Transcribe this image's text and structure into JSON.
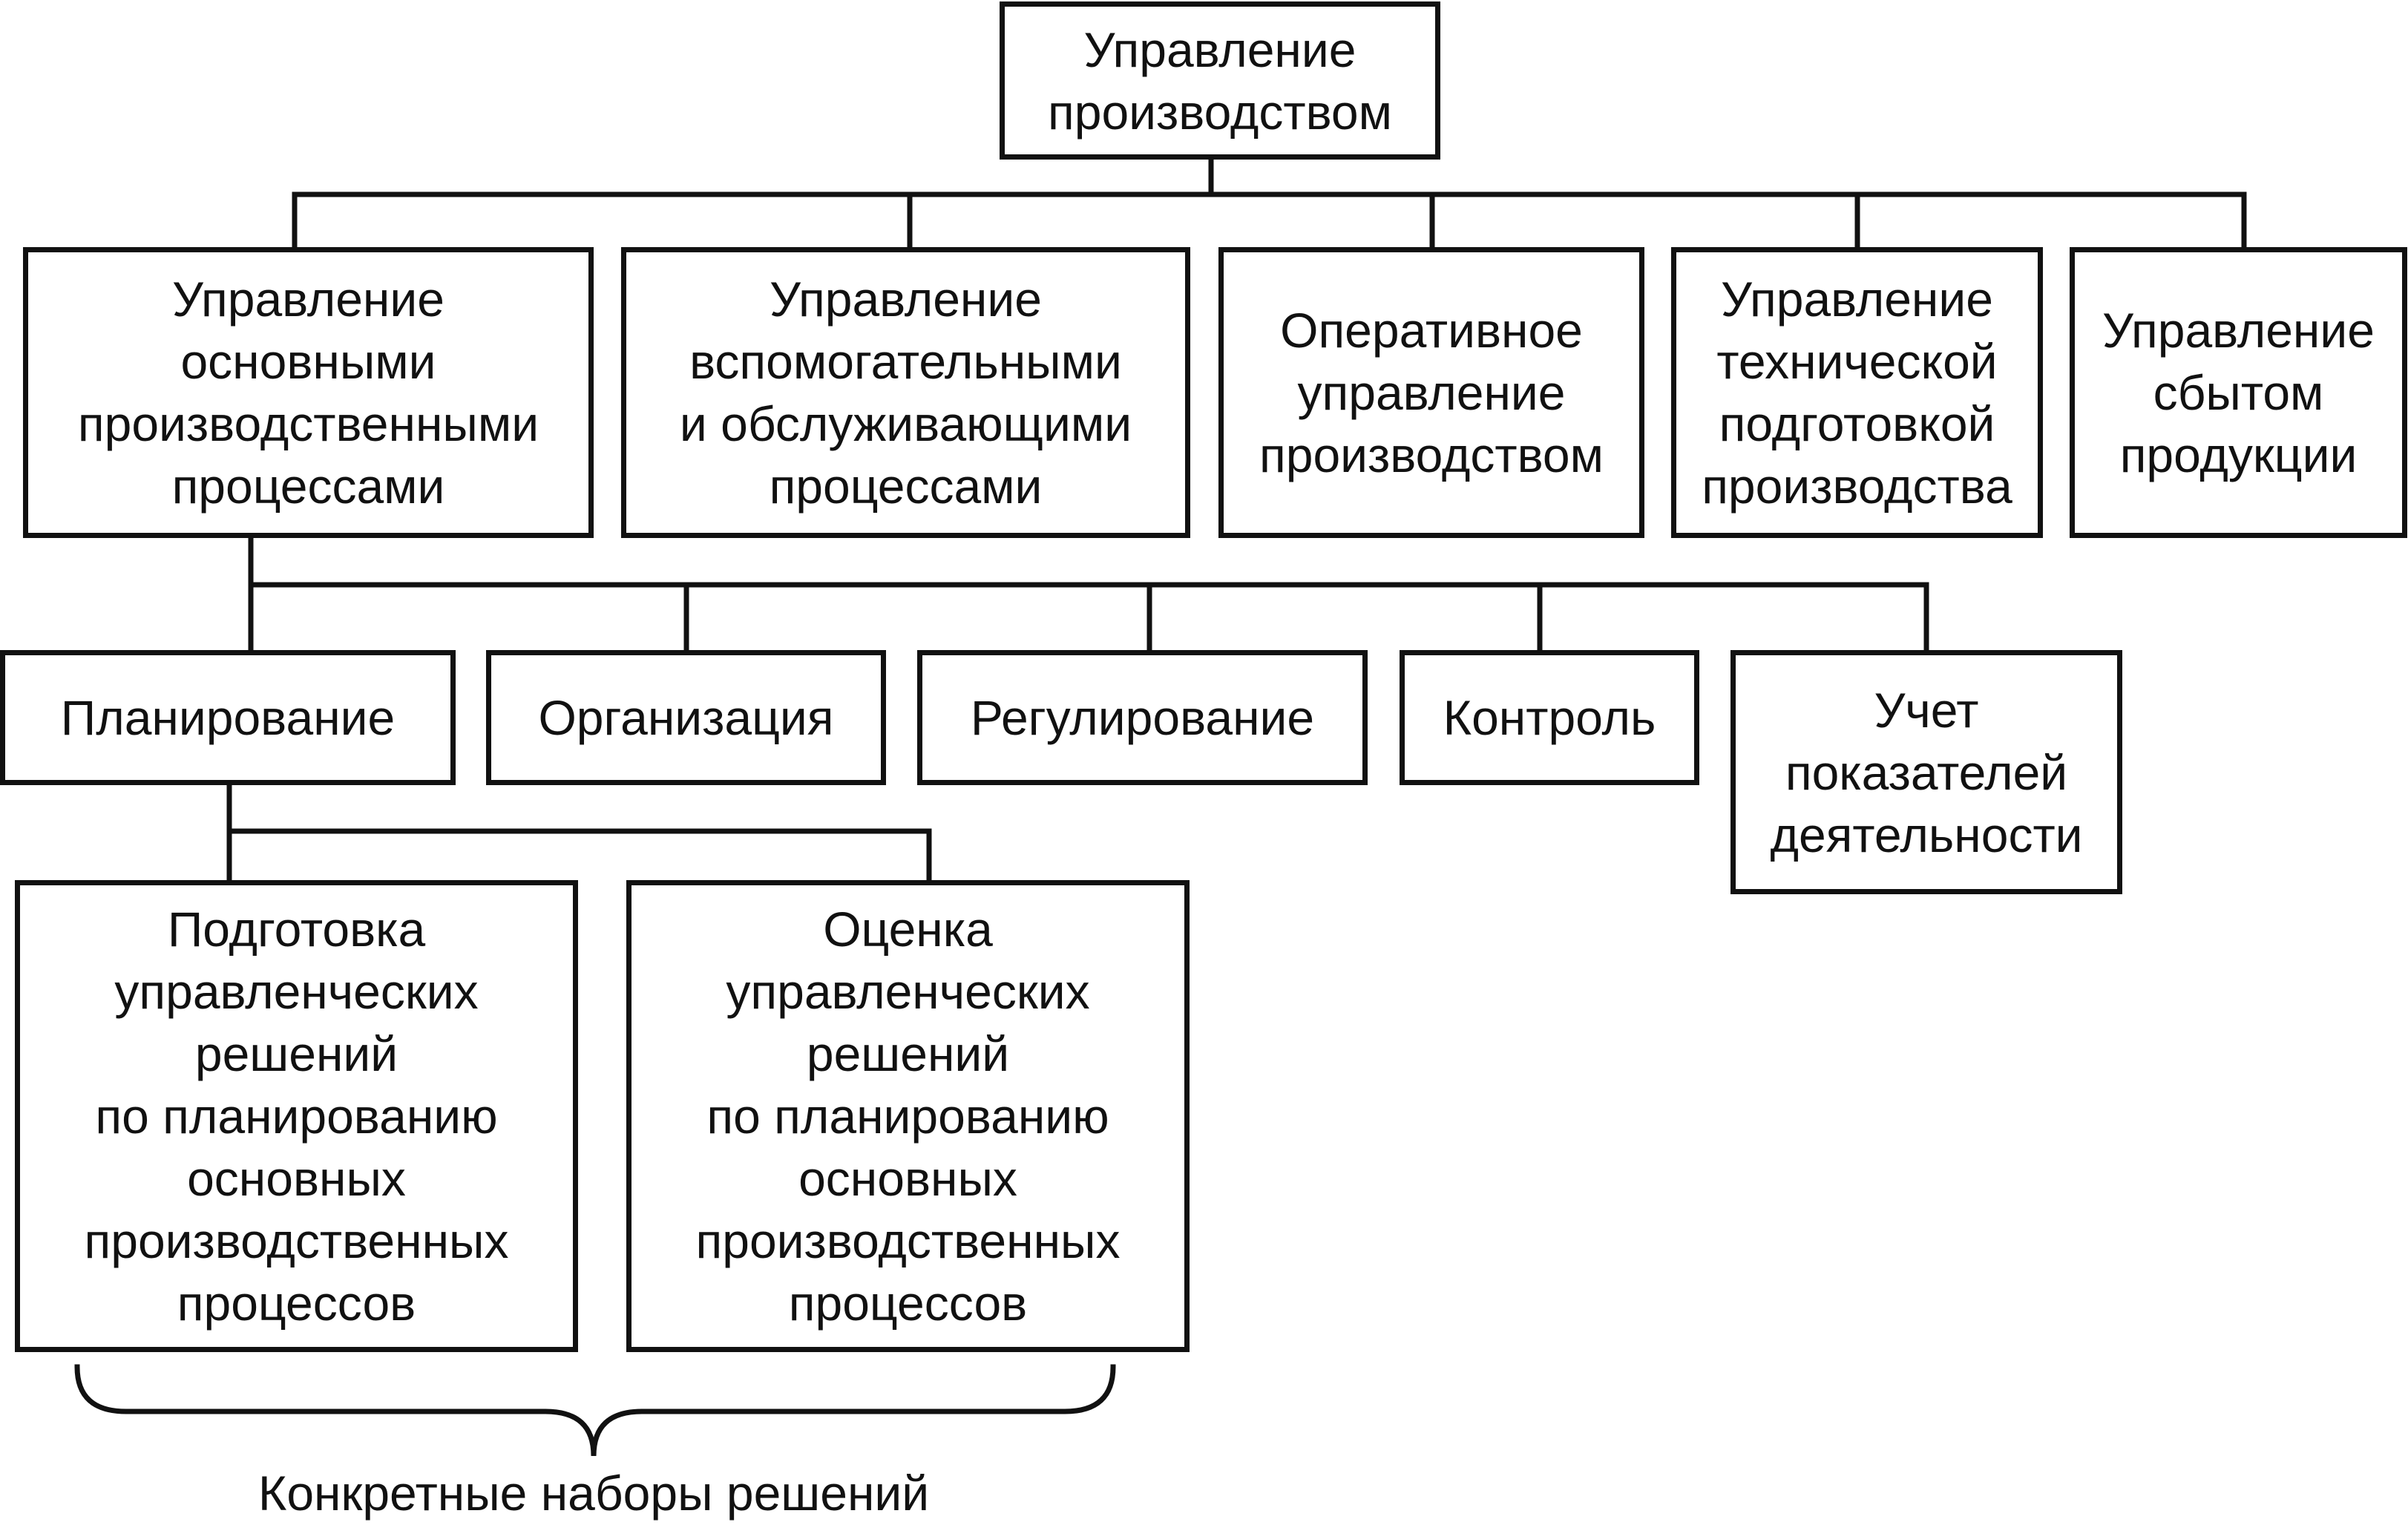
{
  "nodes": {
    "root": [
      "Управление",
      "производством"
    ],
    "main_processes": [
      "Управление",
      "основными",
      "производственными",
      "процессами"
    ],
    "aux_processes": [
      "Управление",
      "вспомогательными",
      "и обслуживающими",
      "процессами"
    ],
    "operational": [
      "Оперативное",
      "управление",
      "производством"
    ],
    "tech_prep": [
      "Управление",
      "технической",
      "подготовкой",
      "производства"
    ],
    "sales": [
      "Управление",
      "сбытом",
      "продукции"
    ],
    "planning": [
      "Планирование"
    ],
    "organization": [
      "Организация"
    ],
    "regulation": [
      "Регулирование"
    ],
    "control": [
      "Контроль"
    ],
    "accounting": [
      "Учет",
      "показателей",
      "деятельности"
    ],
    "decision_prep": [
      "Подготовка",
      "управленческих",
      "решений",
      "по планированию",
      "основных",
      "производственных",
      "процессов"
    ],
    "decision_eval": [
      "Оценка",
      "управленческих",
      "решений",
      "по планированию",
      "основных",
      "производственных",
      "процессов"
    ]
  },
  "brace_label": "Конкретные наборы решений"
}
